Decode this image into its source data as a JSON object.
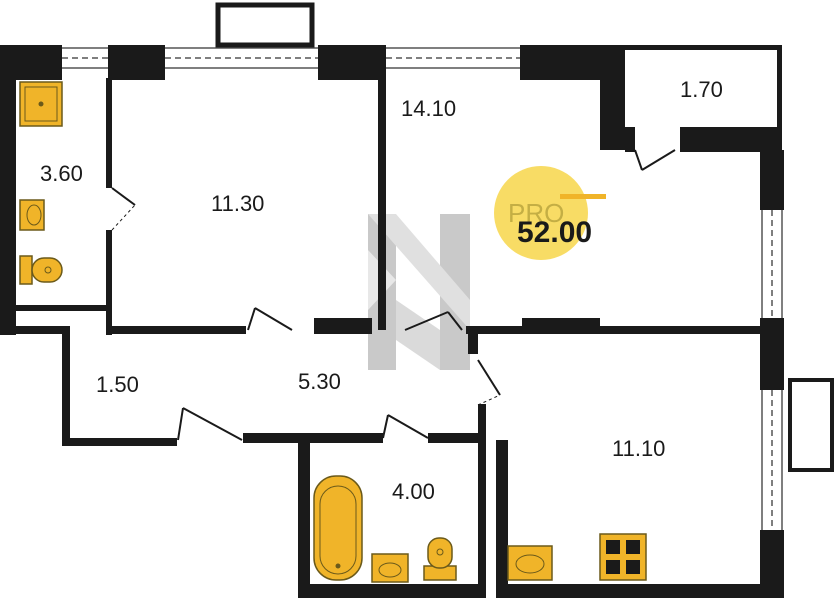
{
  "plan": {
    "total_area": "52.00",
    "badge_text": "PRO",
    "rooms": [
      {
        "id": "bathroom-small",
        "label": "3.60"
      },
      {
        "id": "bedroom",
        "label": "11.30"
      },
      {
        "id": "living-room",
        "label": "14.10"
      },
      {
        "id": "balcony",
        "label": "1.70"
      },
      {
        "id": "hall-left",
        "label": "1.50"
      },
      {
        "id": "corridor",
        "label": "5.30"
      },
      {
        "id": "bathroom",
        "label": "4.00"
      },
      {
        "id": "kitchen",
        "label": "11.10"
      }
    ],
    "colors": {
      "wall": "#1a1a1a",
      "fixture": "#f0b429",
      "fixture_stroke": "#6b5a1a",
      "badge": "#f7d64a",
      "watermark": "#bdbdbd"
    }
  }
}
